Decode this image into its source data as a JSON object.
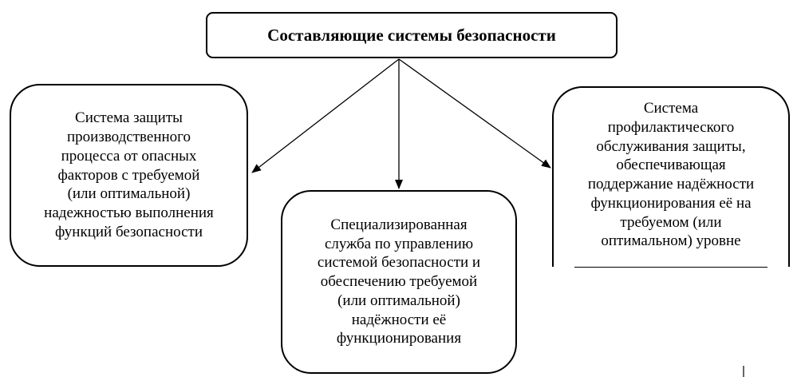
{
  "diagram": {
    "root": {
      "label": "Составляющие системы безопасности"
    },
    "children": [
      {
        "id": "left",
        "label": "Система защиты\nпроизводственного\nпроцесса от опасных\nфакторов с требуемой\n(или оптимальной)\nнадежностью выполнения\nфункций безопасности"
      },
      {
        "id": "middle",
        "label": "Специализированная\nслужба по управлению\nсистемой безопасности и\nобеспечению требуемой\n(или оптимальной)\nнадёжности её\nфункционирования"
      },
      {
        "id": "right",
        "label": "Система\nпрофилактического\nобслуживания защиты,\nобеспечивающая\nподдержание надёжности\nфункционирования её на\nтребуемом (или\nоптимальном) уровне"
      }
    ],
    "colors": {
      "line": "#000000",
      "box_border": "#000000",
      "background": "#ffffff"
    }
  }
}
